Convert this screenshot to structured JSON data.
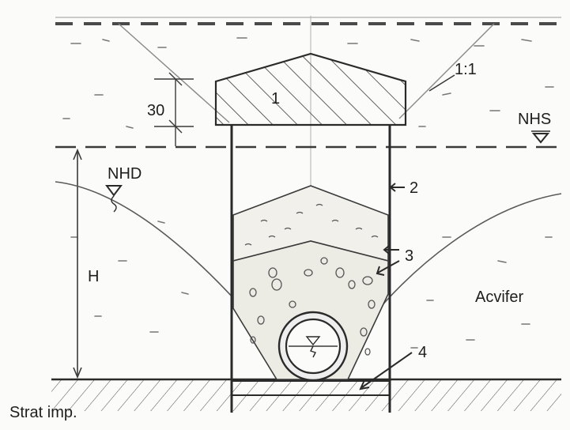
{
  "labels": {
    "box_height": "30",
    "slope": "1:1",
    "cover_number": "1",
    "wall_number": "2",
    "filter_number": "3",
    "drain_number": "4",
    "static_level": "NHS",
    "dynamic_level": "NHD",
    "head": "H",
    "aquifer": "Acvifer",
    "impermeable_layer": "Strat imp."
  },
  "colors": {
    "ink": "#2a2a2a",
    "pencil": "#6b6b6b",
    "paper": "#fbfbf9"
  }
}
